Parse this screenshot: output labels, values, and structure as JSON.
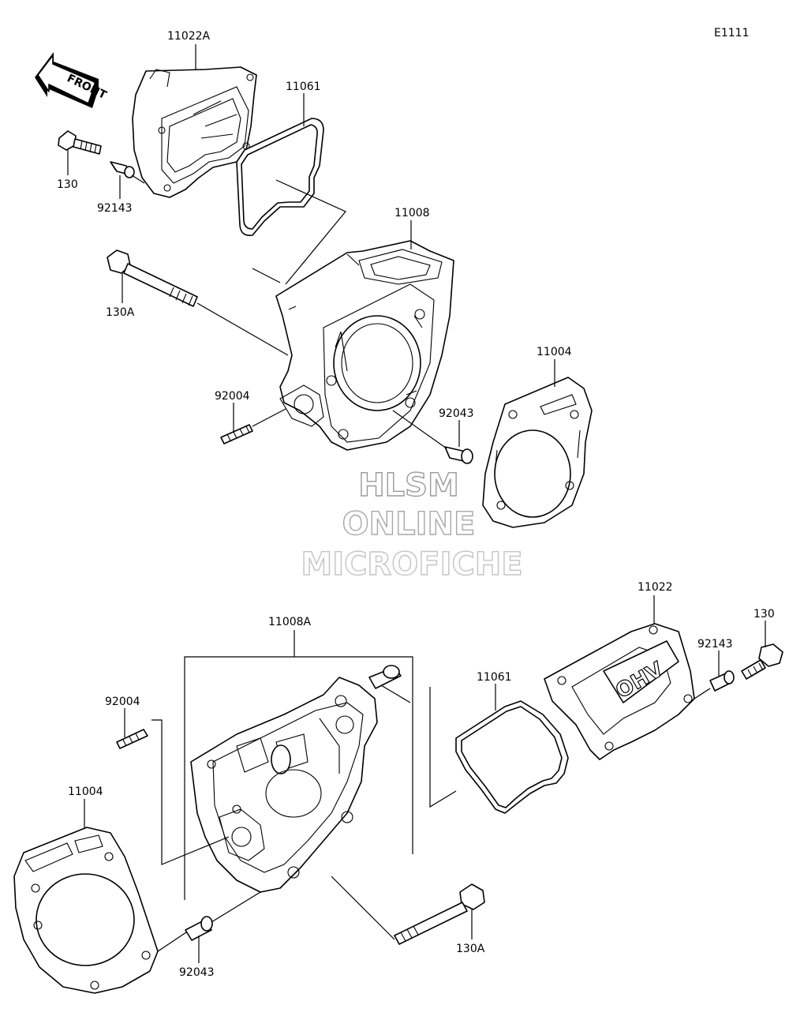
{
  "diagram_code": "E1111",
  "front_label": "FRONT",
  "watermark": [
    "HLSM",
    "ONLINE",
    "MICROFICHE"
  ],
  "colors": {
    "line": "#000000",
    "background": "#ffffff",
    "watermark_stroke": "#9a9a9a"
  },
  "callouts": {
    "upper": {
      "cover": "11022A",
      "cover_gasket": "11061",
      "bolt": "130",
      "dowel": "92143",
      "head": "11008",
      "head_bolt": "130A",
      "stud": "92004",
      "head_dowel": "92043",
      "head_gasket": "11004"
    },
    "lower": {
      "cover": "11022",
      "bolt": "130",
      "dowel": "92143",
      "cover_gasket": "11061",
      "head": "11008A",
      "stud": "92004",
      "head_gasket": "11004",
      "head_dowel": "92043",
      "head_bolt": "130A"
    }
  },
  "cover_emblem": "OHV"
}
